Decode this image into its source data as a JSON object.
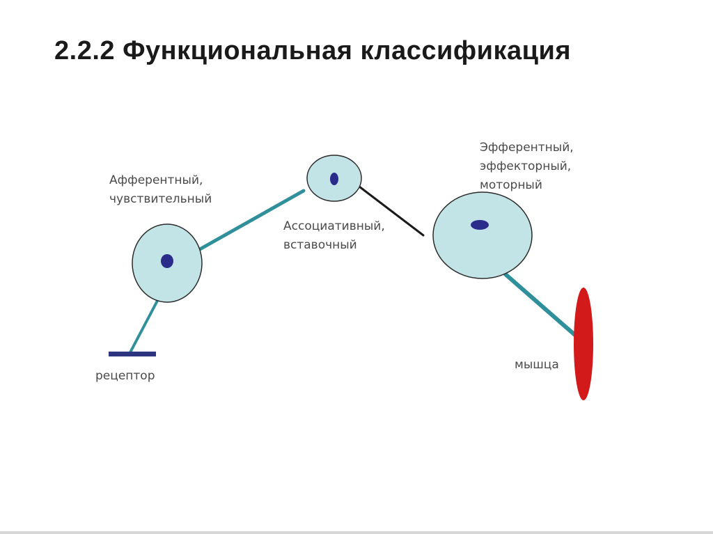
{
  "title": "2.2.2 Функциональная классификация",
  "labels": {
    "afferent": [
      "Афферентный,",
      "чувствительный"
    ],
    "associative": [
      "Ассоциативный,",
      "вставочный"
    ],
    "efferent": [
      "Эфферентный,",
      "эффекторный,",
      "моторный"
    ],
    "receptor": "рецептор",
    "muscle": "мышца"
  },
  "colors": {
    "cell_fill": "#c2e4e6",
    "nucleus": "#2b2b8c",
    "axon": "#2f8f9a",
    "inter_axon": "#1a1a1a",
    "receptor": "#2d3580",
    "muscle": "#d21a1a",
    "label": "#4a4a4a"
  }
}
